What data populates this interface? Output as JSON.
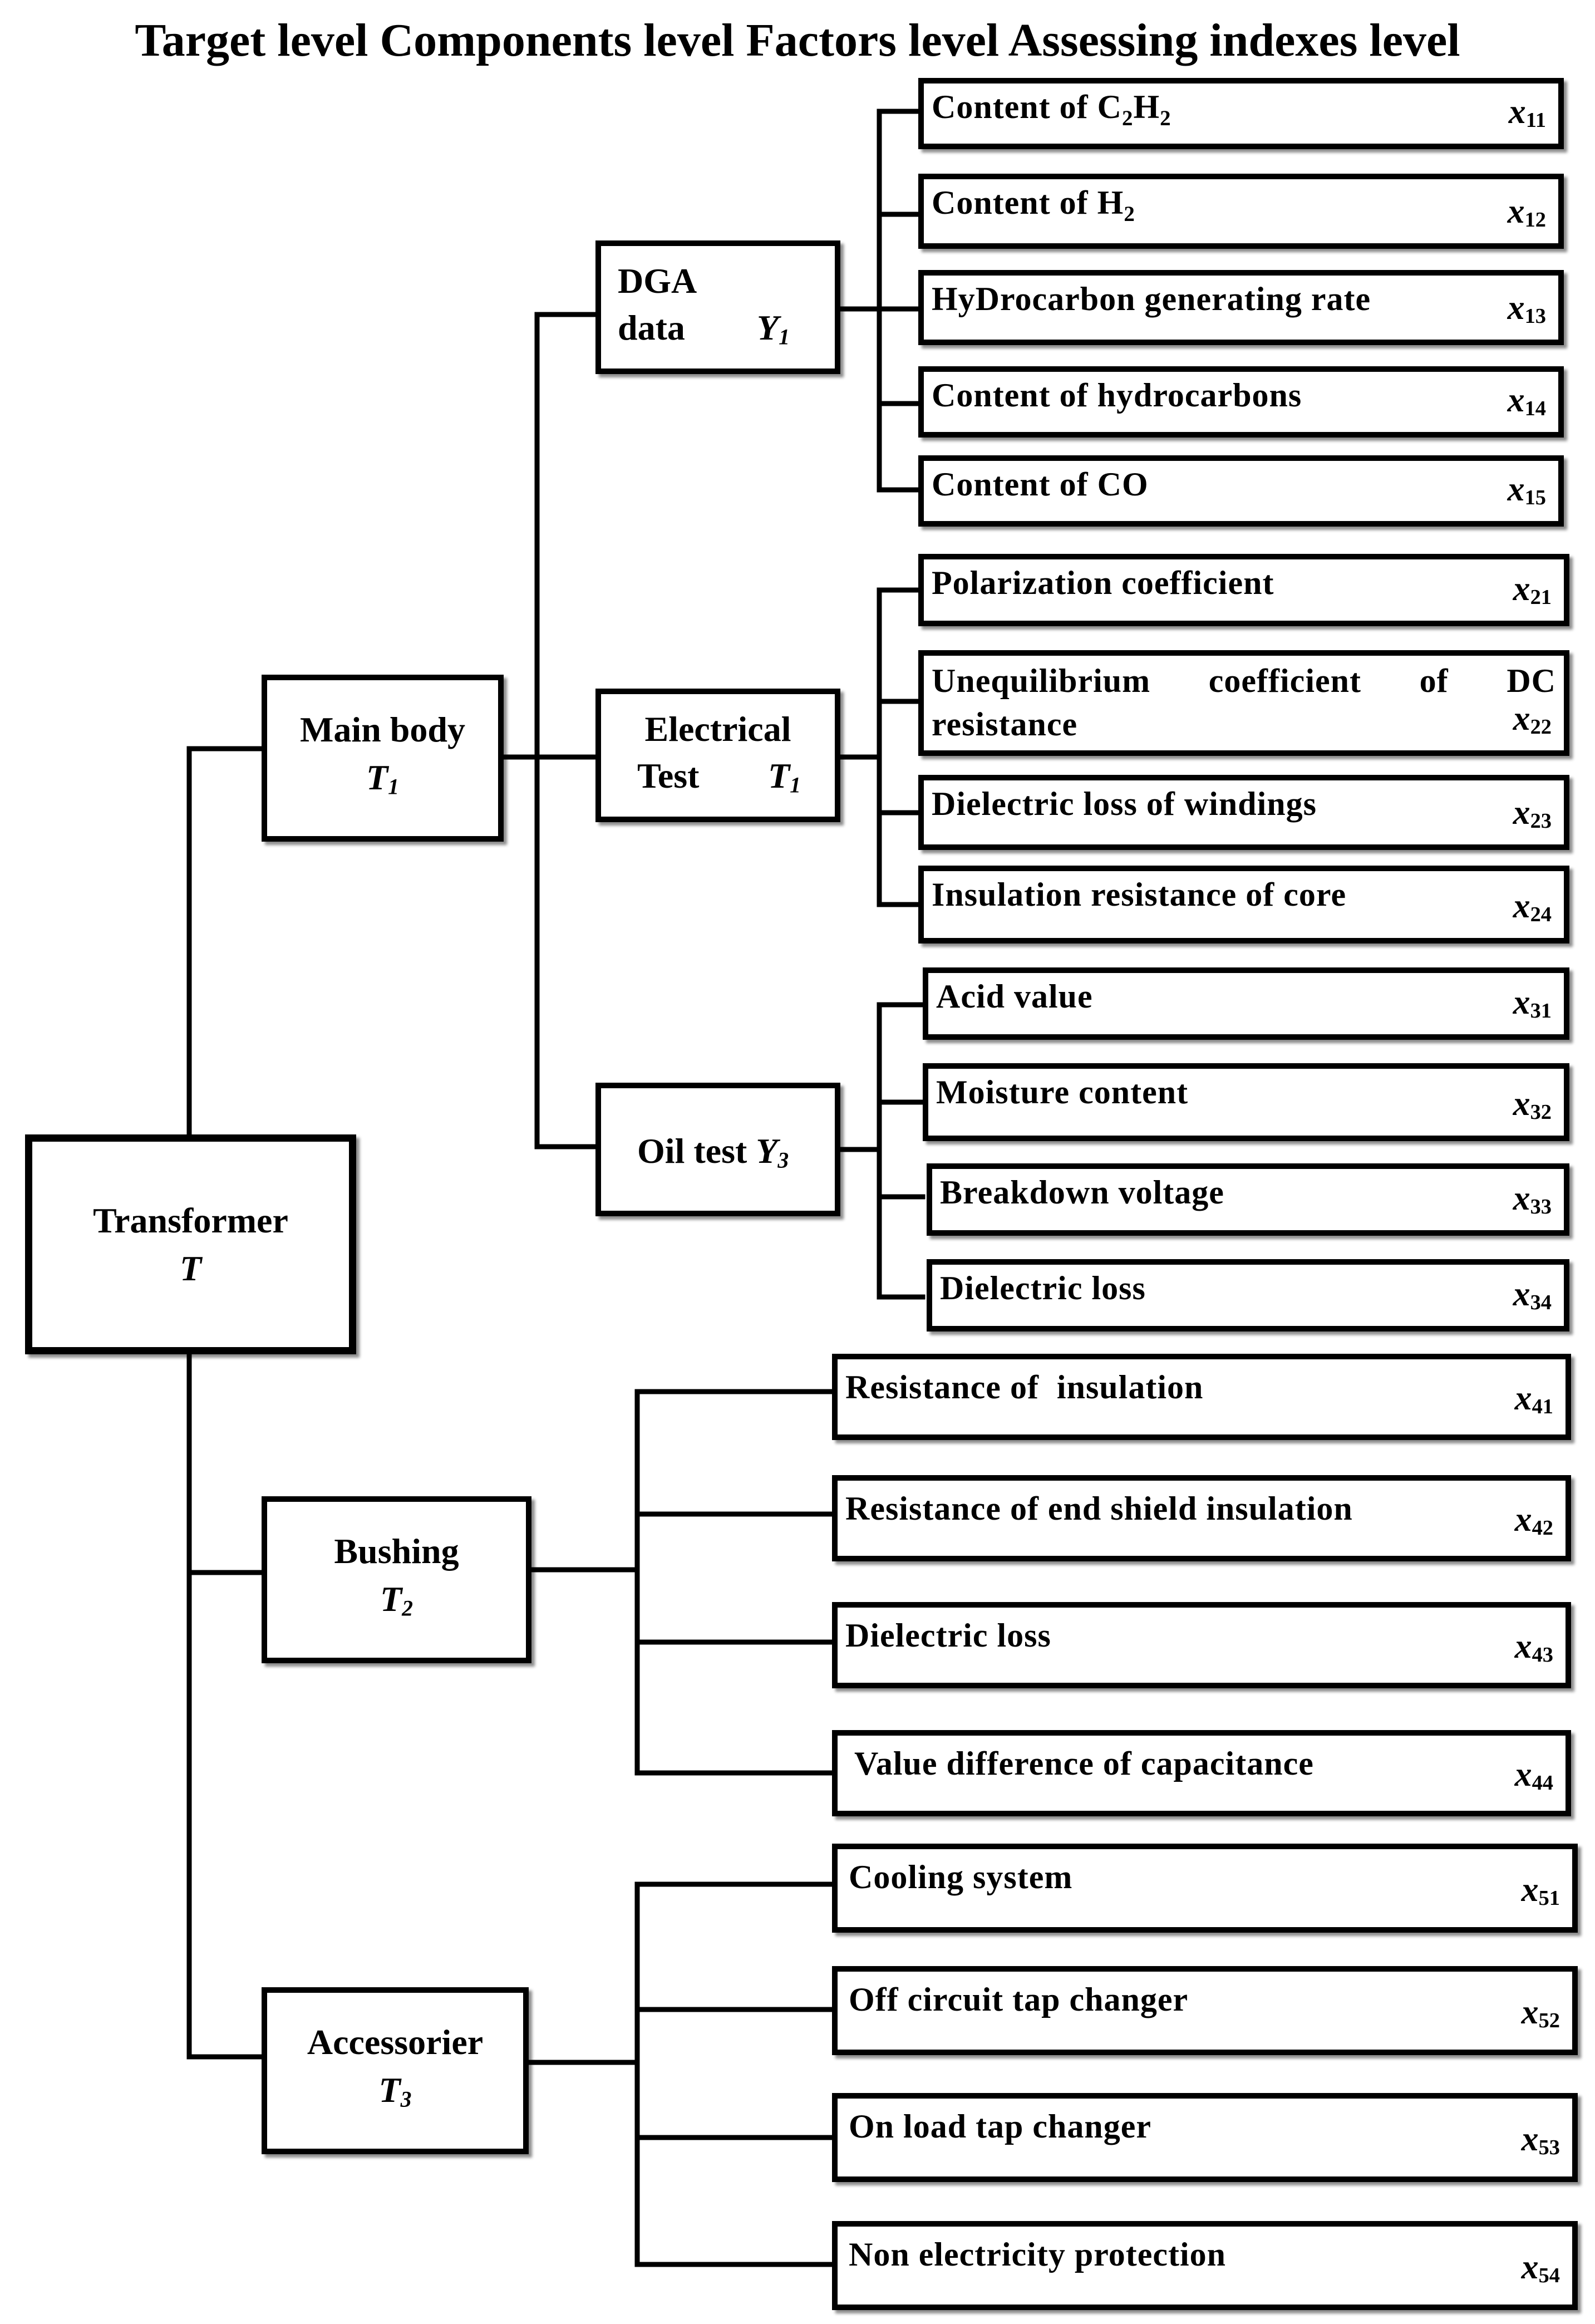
{
  "header": "Target level Components level Factors level Assessing indexes level",
  "root": {
    "label": "Transformer",
    "symbol": "T"
  },
  "components": [
    {
      "label": "Main body",
      "sym": "T",
      "sub": "1"
    },
    {
      "label": "Bushing",
      "sym": "T",
      "sub": "2"
    },
    {
      "label": "Accessorier",
      "sym": "T",
      "sub": "3"
    }
  ],
  "factors": [
    {
      "line1": "DGA",
      "line2": "data",
      "sym": "Y",
      "sub": "1"
    },
    {
      "line1": "Electrical",
      "line2": "Test",
      "sym": "T",
      "sub": "1"
    },
    {
      "line1": "Oil test",
      "sym": "Y",
      "sub": "3"
    }
  ],
  "indexes": [
    {
      "pre": "Content of C",
      "s1": "2",
      "mid": "H",
      "s2": "2",
      "var": "x",
      "sub": "11"
    },
    {
      "pre": "Content of H",
      "s1": "2",
      "var": "x",
      "sub": "12"
    },
    {
      "text": "HyDrocarbon generating rate",
      "var": "x",
      "sub": "13"
    },
    {
      "text": "Content of hydrocarbons",
      "var": "x",
      "sub": "14"
    },
    {
      "text": "Content of CO",
      "var": "x",
      "sub": "15"
    },
    {
      "text": "Polarization coefficient",
      "var": "x",
      "sub": "21"
    },
    {
      "text": "Unequilibrium coefficient of DC resistance",
      "var": "x",
      "sub": "22"
    },
    {
      "text": "Dielectric loss of windings",
      "var": "x",
      "sub": "23"
    },
    {
      "text": "Insulation resistance of core",
      "var": "x",
      "sub": "24"
    },
    {
      "text": "Acid value",
      "var": "x",
      "sub": "31"
    },
    {
      "text": "Moisture content",
      "var": "x",
      "sub": "32"
    },
    {
      "text": "Breakdown voltage",
      "var": "x",
      "sub": "33"
    },
    {
      "text": "Dielectric loss",
      "var": "x",
      "sub": "34"
    },
    {
      "text": "Resistance of  insulation",
      "var": "x",
      "sub": "41"
    },
    {
      "text": "Resistance of end shield insulation",
      "var": "x",
      "sub": "42"
    },
    {
      "text": "Dielectric loss",
      "var": "x",
      "sub": "43"
    },
    {
      "text": "Value difference of capacitance",
      "var": "x",
      "sub": "44"
    },
    {
      "text": "Cooling system",
      "var": "x",
      "sub": "51"
    },
    {
      "text": "Off circuit tap changer",
      "var": "x",
      "sub": "52"
    },
    {
      "text": "On load tap changer",
      "var": "x",
      "sub": "53"
    },
    {
      "text": "Non electricity protection",
      "var": "x",
      "sub": "54"
    }
  ]
}
